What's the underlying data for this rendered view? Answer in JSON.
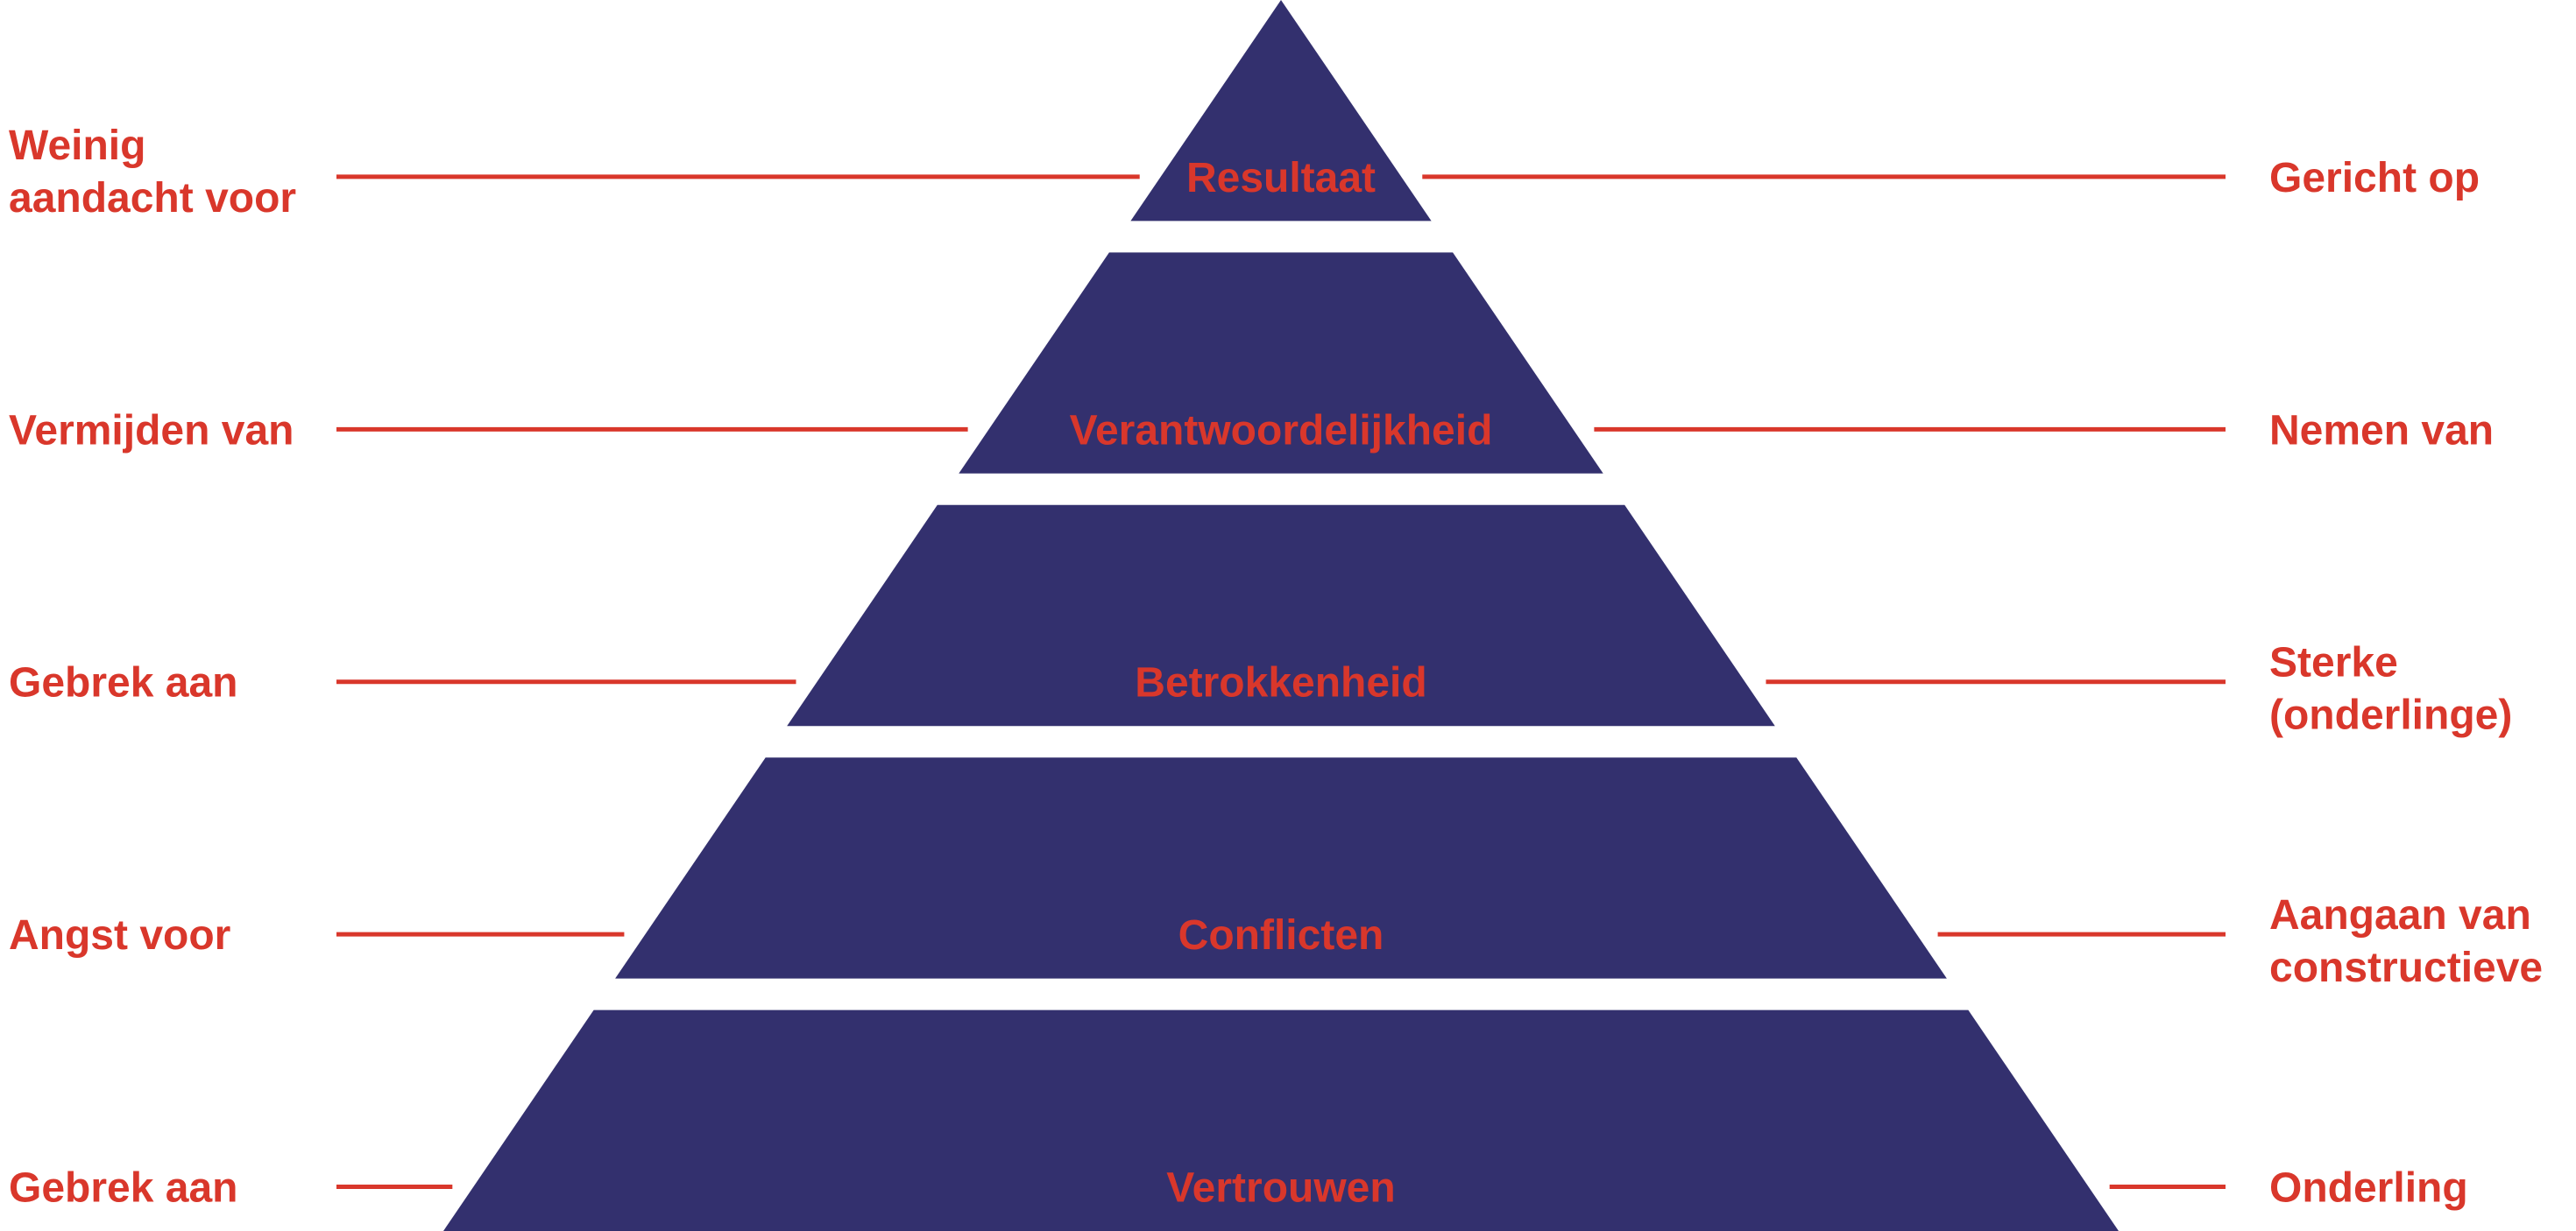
{
  "colors": {
    "pyramid_fill": "#33306E",
    "text_red": "#D9372B",
    "line_red": "#D9372B",
    "background": "#FFFFFF"
  },
  "tiers": [
    {
      "label": "Resultaat",
      "left_text": [
        "Weinig",
        "aandacht voor"
      ],
      "right_text": [
        "Gericht op"
      ]
    },
    {
      "label": "Verantwoordelijkheid",
      "left_text": [
        "Vermijden van"
      ],
      "right_text": [
        "Nemen van"
      ]
    },
    {
      "label": "Betrokkenheid",
      "left_text": [
        "Gebrek aan"
      ],
      "right_text": [
        "Sterke",
        "(onderlinge)"
      ]
    },
    {
      "label": "Conflicten",
      "left_text": [
        "Angst voor"
      ],
      "right_text": [
        "Aangaan van",
        "constructieve"
      ]
    },
    {
      "label": "Vertrouwen",
      "left_text": [
        "Gebrek aan"
      ],
      "right_text": [
        "Onderling"
      ]
    }
  ]
}
